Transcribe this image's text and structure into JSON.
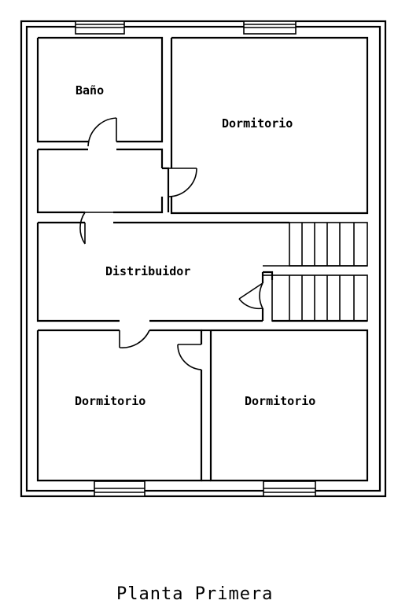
{
  "rooms": {
    "bano": "Baño",
    "dormitorio_top": "Dormitorio",
    "distribuidor": "Distribuidor",
    "dormitorio_bottom_left": "Dormitorio",
    "dormitorio_bottom_right": "Dormitorio"
  },
  "caption": "Planta Primera"
}
